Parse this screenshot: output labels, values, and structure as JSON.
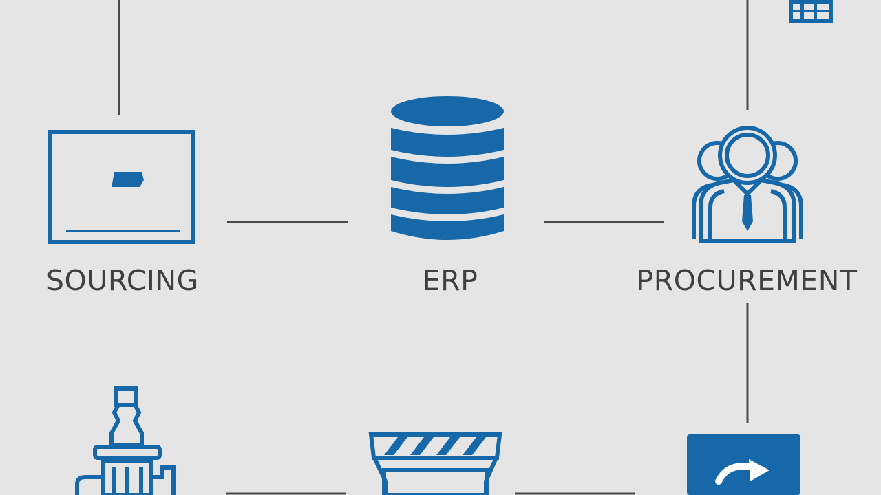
{
  "diagram": {
    "nodes": [
      {
        "id": "sourcing",
        "label": "SOURCING",
        "icon": "monitor-icon"
      },
      {
        "id": "erp",
        "label": "ERP",
        "icon": "database-icon"
      },
      {
        "id": "procurement",
        "label": "PROCUREMENT",
        "icon": "people-group-icon"
      },
      {
        "id": "manufacturing",
        "label": "",
        "icon": "factory-machine-icon"
      },
      {
        "id": "warehouse",
        "label": "",
        "icon": "barrier-crate-icon"
      },
      {
        "id": "shipping",
        "label": "",
        "icon": "forward-arrow-box-icon"
      },
      {
        "id": "top-right",
        "label": "",
        "icon": "rack-icon"
      }
    ]
  },
  "colors": {
    "background": "#e5e5e5",
    "icon": "#1668a8",
    "connector": "#4a4a4a",
    "label": "#404040"
  }
}
